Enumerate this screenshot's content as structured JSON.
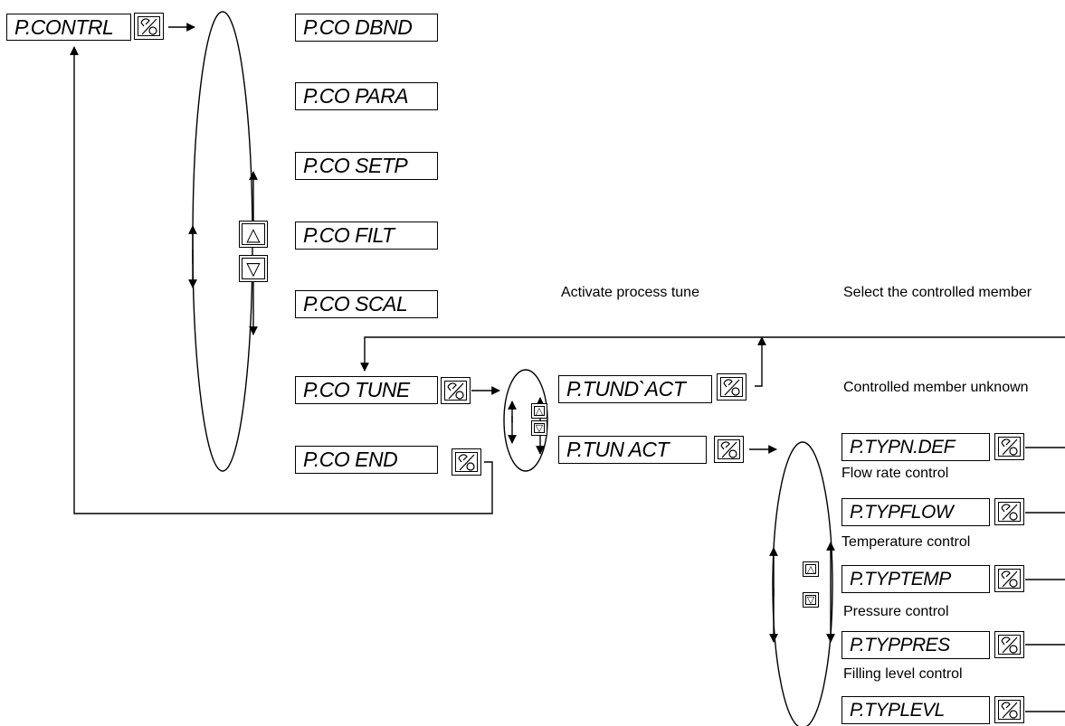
{
  "menu": {
    "root": "P.CONTRL",
    "items": [
      "P.CO DBND",
      "P.CO PARA",
      "P.CO SETP",
      "P.CO FILT",
      "P.CO SCAL",
      "P.CO TUNE",
      "P.CO END"
    ]
  },
  "tune": {
    "activate_label": "Activate process tune",
    "options": [
      "P.TUND`ACT",
      "P.TUN ACT"
    ]
  },
  "member": {
    "header": "Select the controlled member",
    "types": [
      {
        "caption": "Controlled member unknown",
        "code": "P.TYPN.DEF"
      },
      {
        "caption": "Flow rate control",
        "code": "P.TYPFLOW"
      },
      {
        "caption": "Temperature control",
        "code": "P.TYPTEMP"
      },
      {
        "caption": "Pressure control",
        "code": "P.TYPPRES"
      },
      {
        "caption": "Filling level control",
        "code": "P.TYPLEVL"
      }
    ]
  },
  "icons": {
    "enter_key": "hand-enter-key-icon",
    "up_key": "up-arrow-key-icon",
    "down_key": "down-arrow-key-icon"
  },
  "glyphs": {
    "up": "△",
    "down": "▽"
  }
}
